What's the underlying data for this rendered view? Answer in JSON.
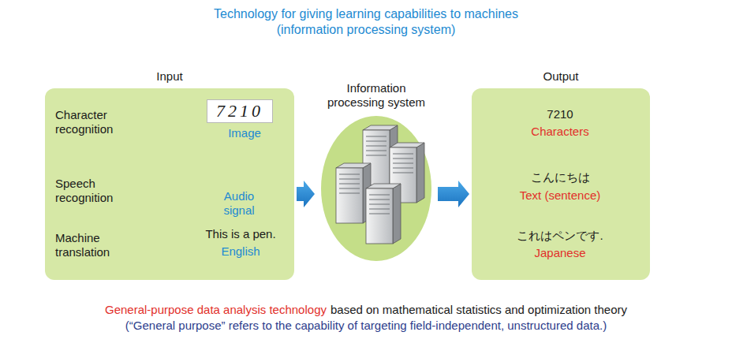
{
  "diagram": {
    "title": "Technology for giving learning capabilities to machines (information processing system)",
    "caption": "(“General purpose” refers to the capability of targeting field-independent, unstructured data.)",
    "nodes": [
      {
        "text": [
          "Input"
        ]
      },
      {
        "text": [
          "Information processing system"
        ]
      },
      {
        "text": [
          "Output"
        ]
      }
    ],
    "edges": [
      {
        "from": 0,
        "to": 1,
        "arrow": "to"
      },
      {
        "from": 1,
        "to": 2,
        "arrow": "to"
      }
    ],
    "labels": [
      "Character recognition",
      "7210",
      "Image",
      "Speech recognition",
      "Audio signal",
      "Machine translation",
      "This is a pen.",
      "English",
      "7210",
      "Characters",
      "こんにちは",
      "Text (sentence)",
      "これはペンです.",
      "Japanese",
      "General-purpose data analysis technology",
      "based on mathematical statistics and optimization theory"
    ]
  }
}
